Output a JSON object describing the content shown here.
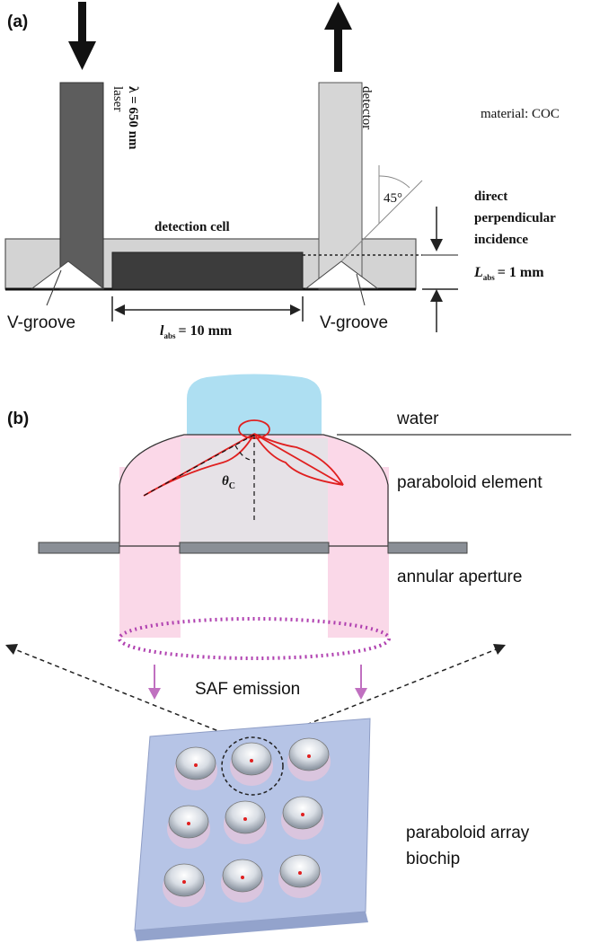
{
  "panel_a": {
    "label": "(a)",
    "laser_line1": "laser",
    "laser_line2": "λ = 650 nm",
    "detector": "detector",
    "material": "material: COC",
    "angle": "45°",
    "incidence_line1": "direct",
    "incidence_line2": "perpendicular",
    "incidence_line3": "incidence",
    "detection_cell": "detection cell",
    "vgroove_left": "V-groove",
    "vgroove_right": "V-groove",
    "l_abs_symbol": "l",
    "l_abs_sub": "abs",
    "l_abs_value": "= 10 mm",
    "L_abs_symbol": "L",
    "L_abs_sub": "abs",
    "L_abs_value": "= 1 mm"
  },
  "panel_b": {
    "label": "(b)",
    "water": "water",
    "paraboloid_element": "paraboloid element",
    "theta_symbol": "θ",
    "theta_sub": "C",
    "annular_aperture": "annular aperture",
    "saf_emission": "SAF emission",
    "biochip_line1": "paraboloid array",
    "biochip_line2": "biochip"
  },
  "colors": {
    "laser_beam": "#5a5a5a",
    "detector_beam": "#d4d4d4",
    "detection_cell": "#3a3a3a",
    "substrate": "#cfcfcf",
    "water": "#a9dcf0",
    "emission_pink": "#f7cfe3",
    "emission_ring": "#b040b0",
    "red_trace": "#e02020",
    "biochip": "#b8c6e6"
  }
}
